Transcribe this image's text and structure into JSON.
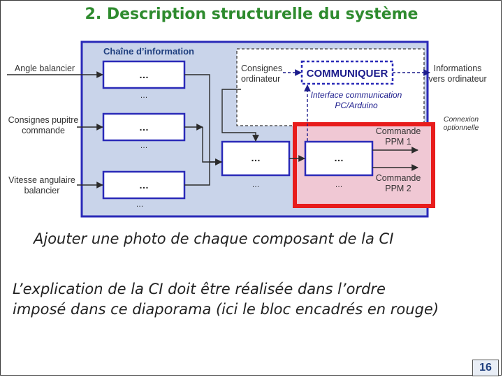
{
  "slide": {
    "title": "2. Description structurelle du système",
    "page_number": "16"
  },
  "diagram": {
    "chain_label": "Chaîne d’information",
    "inputs": [
      "Angle balancier",
      "Consignes pupitre\ncommande",
      "Vitesse angulaire\nbalancier"
    ],
    "block_placeholder": "…",
    "sub_placeholder": "…",
    "consignes_ordinateur": "Consignes\nordinateur",
    "communiquer": "COMMUNIQUER",
    "interface": "Interface communication\nPC/Arduino",
    "informations": "Informations\nvers ordinateur",
    "connexion": "Connexion\noptionnelle",
    "outputs": [
      "Commande\nPPM 1",
      "Commande\nPPM 2"
    ]
  },
  "captions": {
    "line1": "Ajouter une photo de chaque composant de la CI",
    "line2": "L’explication de la CI doit être réalisée dans l’ordre\nimposé dans ce diaporama (ici le bloc encadrés en rouge)"
  },
  "colors": {
    "title": "#2e8b2e",
    "panel": "#c9d4ea",
    "block_border": "#2a2ab8",
    "highlight": "#e81c1c"
  }
}
